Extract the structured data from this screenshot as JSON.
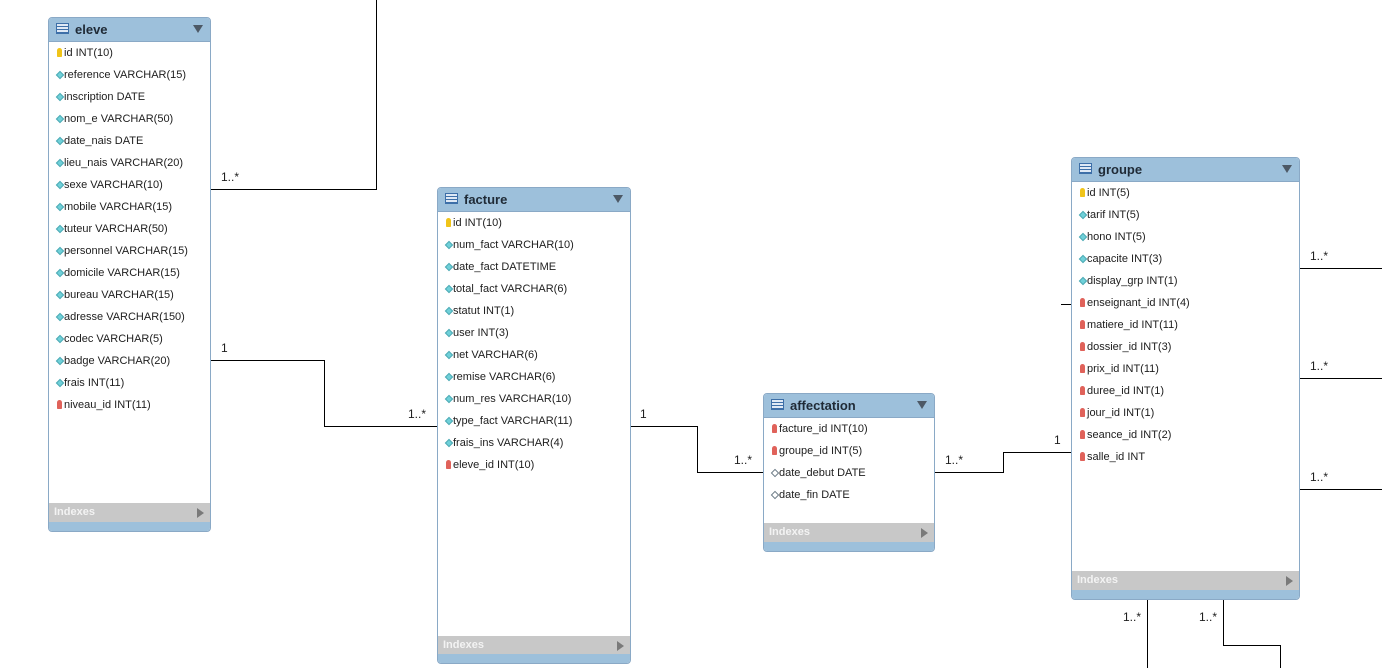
{
  "tables": {
    "eleve": {
      "name": "eleve",
      "columns": [
        {
          "text": "id INT(10)",
          "kind": "pk"
        },
        {
          "text": "reference VARCHAR(15)",
          "kind": "attr"
        },
        {
          "text": "inscription DATE",
          "kind": "attr"
        },
        {
          "text": "nom_e VARCHAR(50)",
          "kind": "attr"
        },
        {
          "text": "date_nais DATE",
          "kind": "attr"
        },
        {
          "text": "lieu_nais VARCHAR(20)",
          "kind": "attr"
        },
        {
          "text": "sexe VARCHAR(10)",
          "kind": "attr"
        },
        {
          "text": "mobile VARCHAR(15)",
          "kind": "attr"
        },
        {
          "text": "tuteur VARCHAR(50)",
          "kind": "attr"
        },
        {
          "text": "personnel VARCHAR(15)",
          "kind": "attr"
        },
        {
          "text": "domicile VARCHAR(15)",
          "kind": "attr"
        },
        {
          "text": "bureau VARCHAR(15)",
          "kind": "attr"
        },
        {
          "text": "adresse VARCHAR(150)",
          "kind": "attr"
        },
        {
          "text": "codec VARCHAR(5)",
          "kind": "attr"
        },
        {
          "text": "badge VARCHAR(20)",
          "kind": "attr"
        },
        {
          "text": "frais INT(11)",
          "kind": "attr"
        },
        {
          "text": "niveau_id INT(11)",
          "kind": "fk"
        }
      ],
      "indexes_label": "Indexes"
    },
    "facture": {
      "name": "facture",
      "columns": [
        {
          "text": "id INT(10)",
          "kind": "pk"
        },
        {
          "text": "num_fact VARCHAR(10)",
          "kind": "attr"
        },
        {
          "text": "date_fact DATETIME",
          "kind": "attr"
        },
        {
          "text": "total_fact VARCHAR(6)",
          "kind": "attr"
        },
        {
          "text": "statut INT(1)",
          "kind": "attr"
        },
        {
          "text": "user INT(3)",
          "kind": "attr"
        },
        {
          "text": "net VARCHAR(6)",
          "kind": "attr"
        },
        {
          "text": "remise VARCHAR(6)",
          "kind": "attr"
        },
        {
          "text": "num_res VARCHAR(10)",
          "kind": "attr"
        },
        {
          "text": "type_fact VARCHAR(11)",
          "kind": "attr"
        },
        {
          "text": "frais_ins VARCHAR(4)",
          "kind": "attr"
        },
        {
          "text": "eleve_id INT(10)",
          "kind": "fk"
        }
      ],
      "indexes_label": "Indexes"
    },
    "affectation": {
      "name": "affectation",
      "columns": [
        {
          "text": "facture_id INT(10)",
          "kind": "fk"
        },
        {
          "text": "groupe_id INT(5)",
          "kind": "fk"
        },
        {
          "text": "date_debut DATE",
          "kind": "nullable"
        },
        {
          "text": "date_fin DATE",
          "kind": "nullable"
        }
      ],
      "indexes_label": "Indexes"
    },
    "groupe": {
      "name": "groupe",
      "columns": [
        {
          "text": "id INT(5)",
          "kind": "pk"
        },
        {
          "text": "tarif INT(5)",
          "kind": "attr"
        },
        {
          "text": "hono INT(5)",
          "kind": "attr"
        },
        {
          "text": "capacite INT(3)",
          "kind": "attr"
        },
        {
          "text": "display_grp INT(1)",
          "kind": "attr"
        },
        {
          "text": "enseignant_id INT(4)",
          "kind": "fk"
        },
        {
          "text": "matiere_id INT(11)",
          "kind": "fk"
        },
        {
          "text": "dossier_id INT(3)",
          "kind": "fk"
        },
        {
          "text": "prix_id INT(11)",
          "kind": "fk"
        },
        {
          "text": "duree_id INT(1)",
          "kind": "fk"
        },
        {
          "text": "jour_id INT(1)",
          "kind": "fk"
        },
        {
          "text": "seance_id INT(2)",
          "kind": "fk"
        },
        {
          "text": "salle_id INT",
          "kind": "fk"
        }
      ],
      "indexes_label": "Indexes"
    }
  },
  "cardinalities": {
    "eleve_top_many": "1..*",
    "eleve_facture_one": "1",
    "eleve_facture_many": "1..*",
    "facture_affectation_one": "1",
    "facture_affectation_many": "1..*",
    "affectation_groupe_many": "1..*",
    "affectation_groupe_one": "1",
    "groupe_right_1": "1..*",
    "groupe_right_2": "1..*",
    "groupe_right_3": "1..*",
    "groupe_bottom_1": "1..*",
    "groupe_bottom_2": "1..*"
  },
  "colors": {
    "header": "#9dc0db",
    "border": "#8aa9c6",
    "primary_key": "#f0c419",
    "foreign_key": "#e0625a",
    "attribute": "#6fd0d9",
    "indexes_bar": "#c8c8c8",
    "line": "#000000"
  }
}
